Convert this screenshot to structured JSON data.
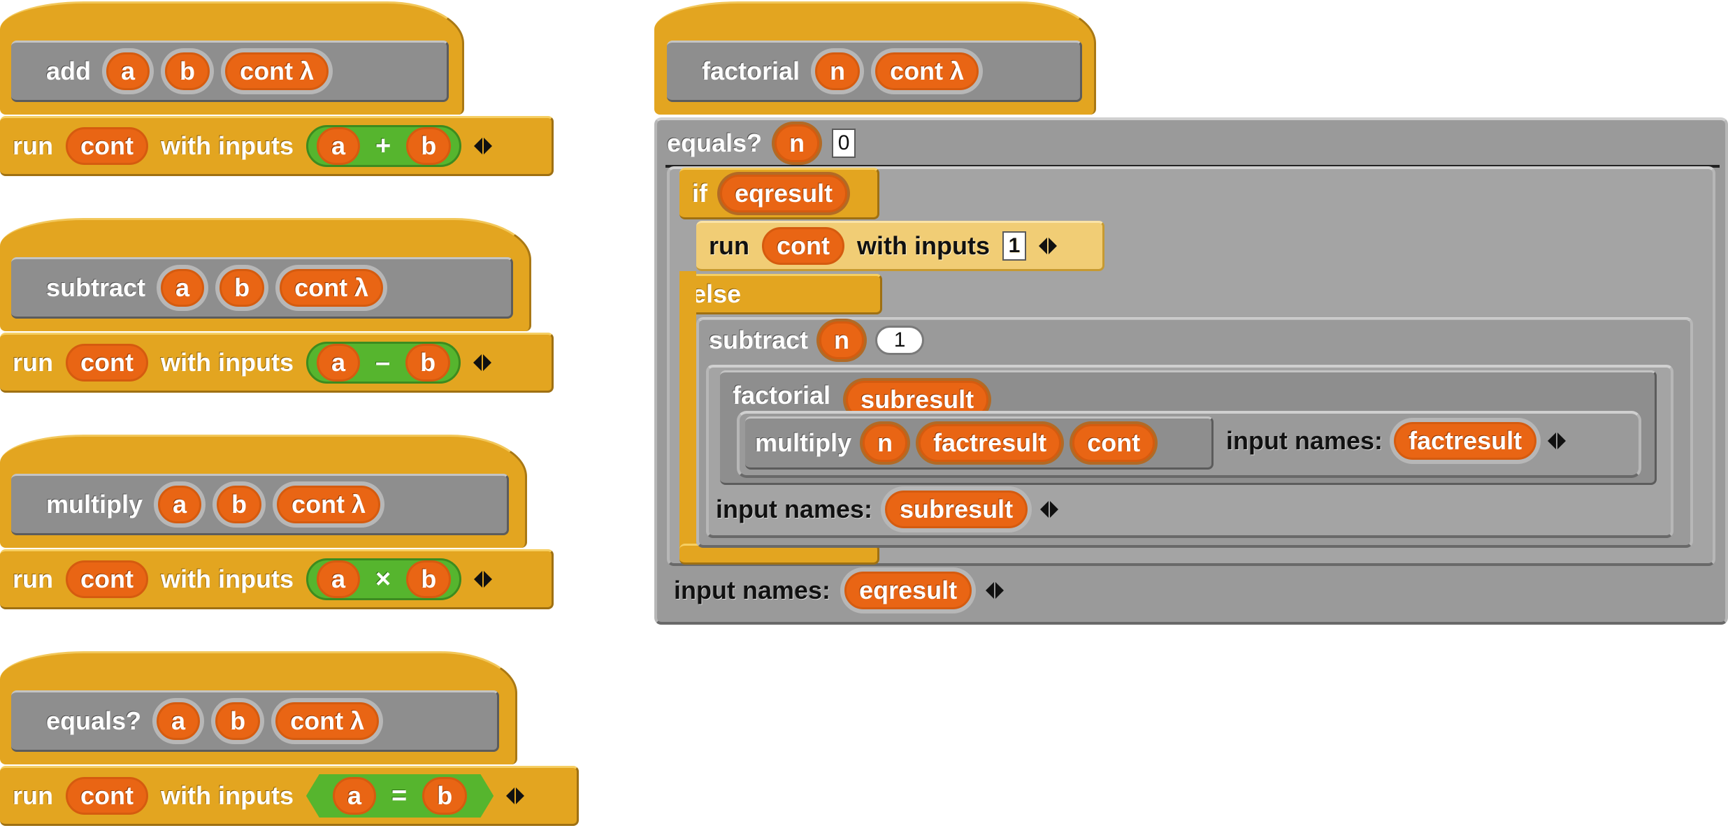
{
  "blocks": [
    {
      "name": "add",
      "params": [
        "a",
        "b",
        "cont λ"
      ],
      "run": "run",
      "cont": "cont",
      "with": "with inputs",
      "left": "a",
      "op": "+",
      "right": "b"
    },
    {
      "name": "subtract",
      "params": [
        "a",
        "b",
        "cont λ"
      ],
      "run": "run",
      "cont": "cont",
      "with": "with inputs",
      "left": "a",
      "op": "–",
      "right": "b"
    },
    {
      "name": "multiply",
      "params": [
        "a",
        "b",
        "cont λ"
      ],
      "run": "run",
      "cont": "cont",
      "with": "with inputs",
      "left": "a",
      "op": "×",
      "right": "b"
    },
    {
      "name": "equals?",
      "params": [
        "a",
        "b",
        "cont λ"
      ],
      "run": "run",
      "cont": "cont",
      "with": "with inputs",
      "left": "a",
      "op": "=",
      "right": "b"
    }
  ],
  "factorial": {
    "title": "factorial",
    "params": [
      "n",
      "cont λ"
    ],
    "equals_label": "equals?",
    "equals_var": "n",
    "equals_value": "0",
    "if_label": "if",
    "if_var": "eqresult",
    "then_run": "run",
    "then_cont": "cont",
    "then_with": "with inputs",
    "then_value": "1",
    "else_label": "else",
    "subtract_label": "subtract",
    "subtract_var": "n",
    "subtract_value": "1",
    "inner_factorial": "factorial",
    "inner_var": "subresult",
    "multiply_label": "multiply",
    "multiply_vars": [
      "n",
      "factresult",
      "cont"
    ],
    "input_names_label": "input names:",
    "input_names_factresult": "factresult",
    "input_names_subresult": "subresult",
    "input_names_eqresult": "eqresult"
  }
}
